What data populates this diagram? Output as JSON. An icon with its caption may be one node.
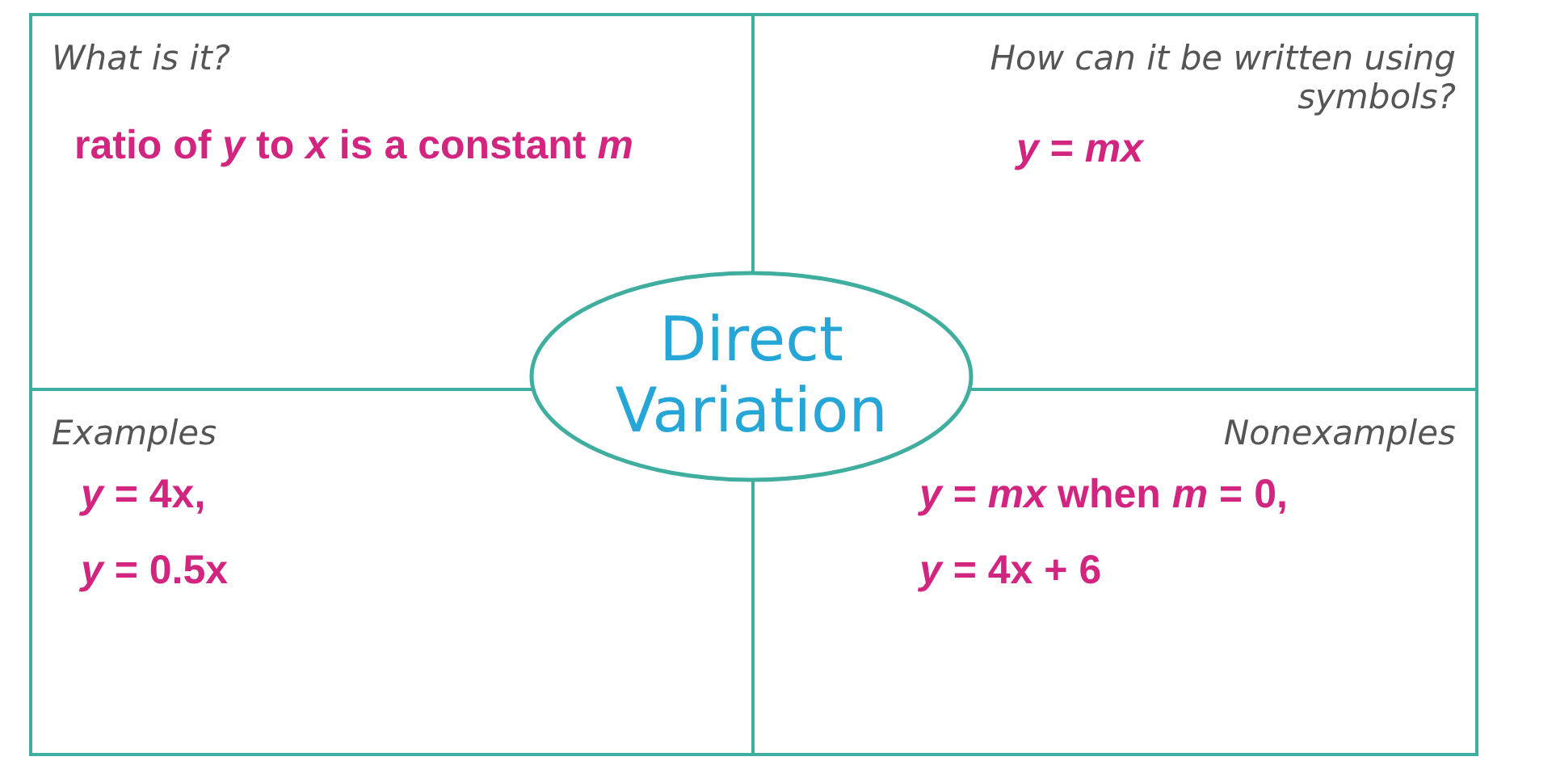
{
  "diagram": {
    "nodes": [
      {
        "text": [
          "What is it?",
          "ratio of *y* to *x* is a constant *m*"
        ]
      },
      {
        "text": [
          "How can it be written using symbols?",
          "*y* = *mx*"
        ]
      },
      {
        "text": [
          "Examples",
          "*y* = 4x,",
          "*y* = 0.5x"
        ]
      },
      {
        "text": [
          "Nonexamples",
          "*y* = *mx* when *m* = 0,",
          "*y* = 4x + 6"
        ]
      },
      {
        "text": [
          "Direct Variation"
        ]
      }
    ],
    "edges": []
  }
}
